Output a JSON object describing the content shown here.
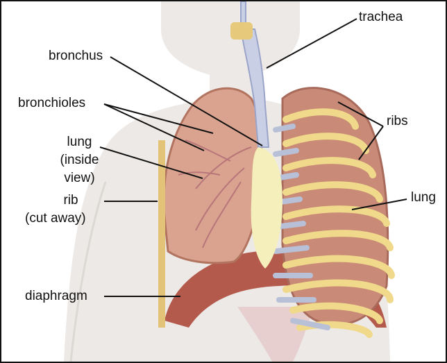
{
  "labels": {
    "trachea": "trachea",
    "bronchus": "bronchus",
    "bronchioles": "bronchioles",
    "lung_inside_line1": "lung",
    "lung_inside_line2": "(inside",
    "lung_inside_line3": "view)",
    "rib_line1": "rib",
    "rib_line2": "(cut away)",
    "diaphragm": "diaphragm",
    "ribs": "ribs",
    "lung_right": "lung"
  },
  "colors": {
    "body_skin": "#ece9e6",
    "lung_cut": "#d9a38f",
    "lung_outer": "#c98a78",
    "ribs": "#f0d98a",
    "cartilage": "#b8c0d8",
    "trachea": "#c9d0e6",
    "heart_area": "#f5efbb",
    "diaphragm": "#b45a4c",
    "line": "#111111"
  }
}
